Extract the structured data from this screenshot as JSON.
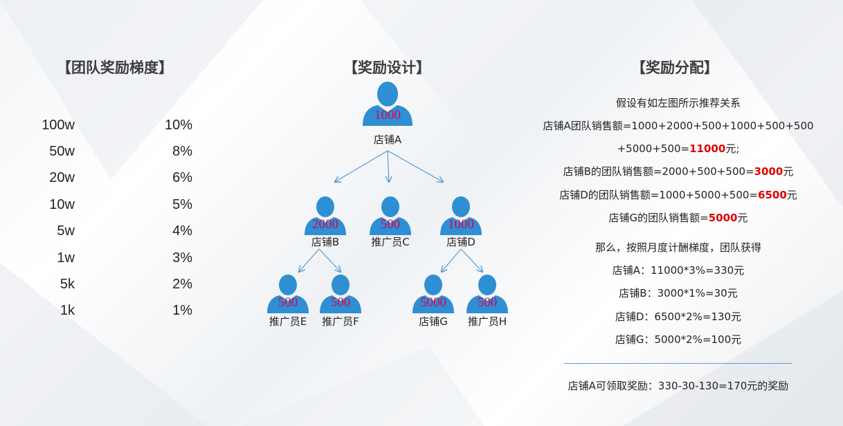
{
  "titles": {
    "left": "【团队奖励梯度】",
    "middle": "【奖励设计】",
    "right": "【奖励分配】"
  },
  "tiers": [
    {
      "amount": "100w",
      "percent": "10%"
    },
    {
      "amount": "50w",
      "percent": "8%"
    },
    {
      "amount": "20w",
      "percent": "6%"
    },
    {
      "amount": "10w",
      "percent": "5%"
    },
    {
      "amount": "5w",
      "percent": "4%"
    },
    {
      "amount": "1w",
      "percent": "3%"
    },
    {
      "amount": "5k",
      "percent": "2%"
    },
    {
      "amount": "1k",
      "percent": "1%"
    }
  ],
  "tree": {
    "nodes": [
      {
        "id": "A",
        "value": "1000",
        "label": "店铺A"
      },
      {
        "id": "B",
        "value": "2000",
        "label": "店铺B"
      },
      {
        "id": "C",
        "value": "500",
        "label": "推广员C"
      },
      {
        "id": "D",
        "value": "1000",
        "label": "店铺D"
      },
      {
        "id": "E",
        "value": "500",
        "label": "推广员E"
      },
      {
        "id": "F",
        "value": "500",
        "label": "推广员F"
      },
      {
        "id": "G",
        "value": "5000",
        "label": "店铺G"
      },
      {
        "id": "H",
        "value": "500",
        "label": "推广员H"
      }
    ],
    "edges": [
      [
        "A",
        "B"
      ],
      [
        "A",
        "C"
      ],
      [
        "A",
        "D"
      ],
      [
        "B",
        "E"
      ],
      [
        "B",
        "F"
      ],
      [
        "D",
        "G"
      ],
      [
        "D",
        "H"
      ]
    ],
    "person_color": "#2e8fd4",
    "value_color": "#e0004b"
  },
  "allocation": {
    "intro": "假设有如左图所示推荐关系",
    "line_a1": "店铺A团队销售额=1000+2000+500+1000+500+500",
    "line_a2_pre": "+5000+500=",
    "line_a2_total": "11000",
    "line_a2_post": "元;",
    "line_b_pre": "店铺B的团队销售额=2000+500+500=",
    "line_b_total": "3000",
    "line_b_post": "元",
    "line_d_pre": "店铺D的团队销售额=1000+5000+500=",
    "line_d_total": "6500",
    "line_d_post": "元",
    "line_g_pre": "店铺G的团队销售额=",
    "line_g_total": "5000",
    "line_g_post": "元",
    "then": "那么，按照月度计酬梯度，团队获得",
    "calc_a": "店铺A：11000*3%=330元",
    "calc_b": "店铺B：3000*1%=30元",
    "calc_d": "店铺D：6500*2%=130元",
    "calc_g": "店铺G：5000*2%=100元",
    "conclusion": "店铺A可领取奖励：330-30-130=170元的奖励",
    "highlight_color": "#e00000"
  }
}
